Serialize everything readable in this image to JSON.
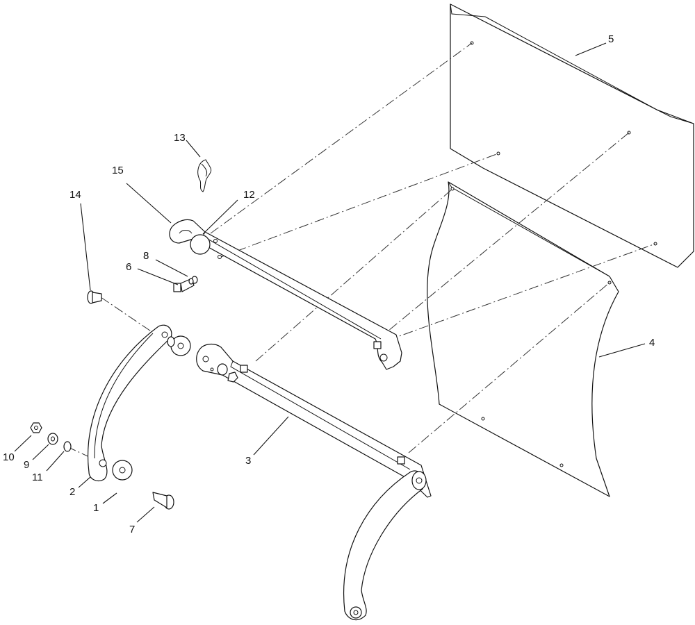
{
  "callouts": {
    "c1": "1",
    "c2": "2",
    "c3": "3",
    "c4": "4",
    "c5": "5",
    "c6": "6",
    "c7": "7",
    "c8": "8",
    "c9": "9",
    "c10": "10",
    "c11": "11",
    "c12": "12",
    "c13": "13",
    "c14": "14",
    "c15": "15"
  },
  "colors": {
    "line": "#111111",
    "background": "#ffffff"
  }
}
